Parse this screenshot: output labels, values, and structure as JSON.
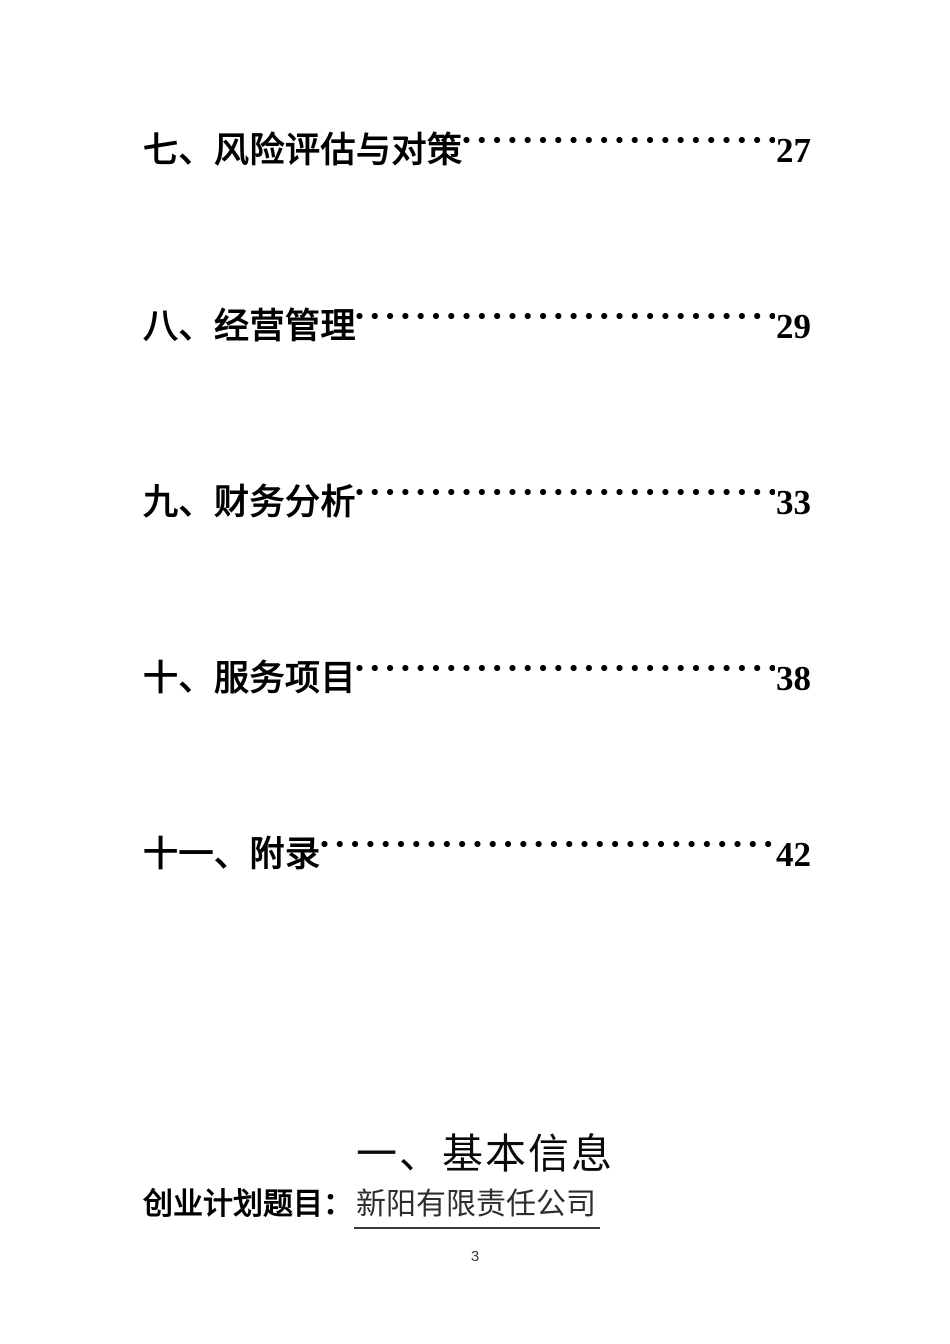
{
  "document": {
    "page_number": "3"
  },
  "toc": {
    "entries": [
      {
        "label": "七、风险评估与对策",
        "page": "27"
      },
      {
        "label": "八、经营管理",
        "page": "29"
      },
      {
        "label": "九、财务分析",
        "page": "33"
      },
      {
        "label": "十、服务项目",
        "page": "38"
      },
      {
        "label": "十一、附录",
        "page": "42"
      }
    ]
  },
  "section": {
    "heading": "一、基本信息",
    "fields": [
      {
        "label": "创业计划题目：",
        "value": "新阳有限责任公司"
      }
    ]
  }
}
